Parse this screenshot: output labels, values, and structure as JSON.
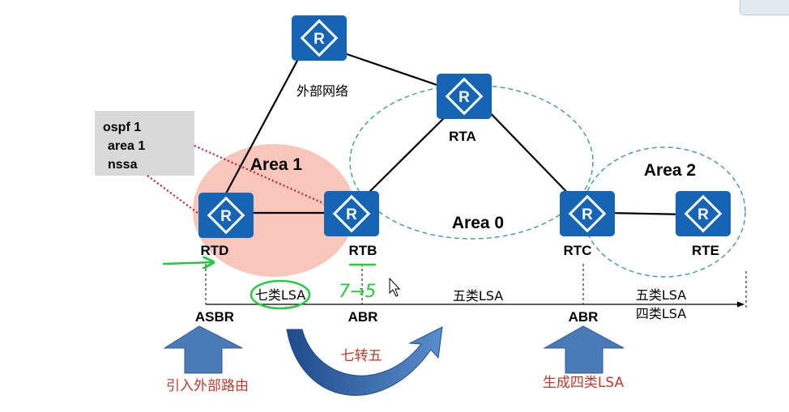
{
  "colors": {
    "router_fill": "#1565b4",
    "router_mark": "#ffffff",
    "link": "#000000",
    "area1_fill": "#f9c6bb",
    "area_border": "#3f9a95",
    "dotted": "#c0192b",
    "config_box": "#d9d9d9",
    "arrow_blue": "#4a7ab8",
    "label_red": "#c0392b",
    "handwriting": "#27c93f"
  },
  "routers": {
    "external": {
      "name": "",
      "icon": "router-icon"
    },
    "rta": {
      "name": "RTA",
      "icon": "router-icon"
    },
    "rtb": {
      "name": "RTB",
      "icon": "router-icon"
    },
    "rtc": {
      "name": "RTC",
      "icon": "router-icon"
    },
    "rtd": {
      "name": "RTD",
      "icon": "router-icon"
    },
    "rte": {
      "name": "RTE",
      "icon": "router-icon"
    }
  },
  "labels": {
    "external_network": "外部网络",
    "area1": "Area 1",
    "area0": "Area 0",
    "area2": "Area 2"
  },
  "config": {
    "line1": "ospf 1",
    "line2": "area 1",
    "line3": "nssa"
  },
  "timeline": {
    "seg1": "七类LSA",
    "seg2": "五类LSA",
    "seg3a": "五类LSA",
    "seg3b": "四类LSA"
  },
  "roles": {
    "asbr": "ASBR",
    "abr1": "ABR",
    "abr2": "ABR"
  },
  "notes": {
    "import_external": "引入外部路由",
    "seven_to_five": "七转五",
    "generate_type4": "生成四类LSA",
    "handwritten_7_5": "7→5"
  }
}
